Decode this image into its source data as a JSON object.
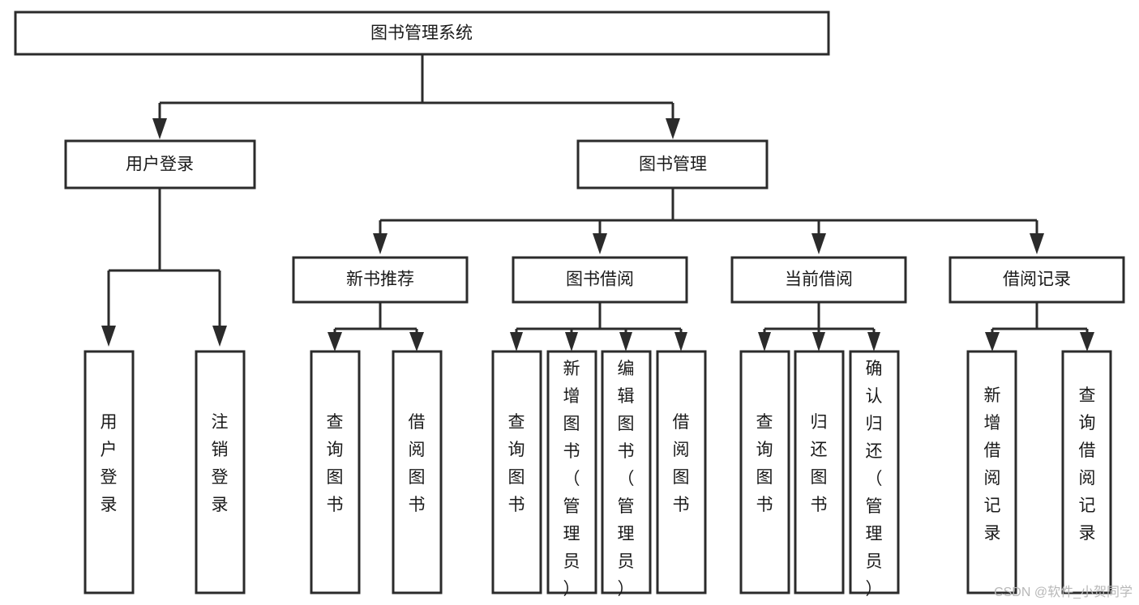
{
  "diagram": {
    "type": "tree-hierarchy",
    "title": "图书管理系统",
    "watermark": "CSDN @软件_小贺同学",
    "colors": {
      "stroke": "#2b2b2b",
      "fill": "#ffffff",
      "text": "#1a1a1a",
      "watermark": "#b8b8b8"
    },
    "levels": {
      "root": {
        "label": "图书管理系统"
      },
      "level2": [
        {
          "id": "user-login",
          "label": "用户登录"
        },
        {
          "id": "book-manage",
          "label": "图书管理"
        }
      ],
      "level3": [
        {
          "id": "new-book-rec",
          "label": "新书推荐",
          "parent": "book-manage"
        },
        {
          "id": "book-borrow",
          "label": "图书借阅",
          "parent": "book-manage"
        },
        {
          "id": "current-borrow",
          "label": "当前借阅",
          "parent": "book-manage"
        },
        {
          "id": "borrow-record",
          "label": "借阅记录",
          "parent": "book-manage"
        }
      ],
      "leaves": [
        {
          "id": "leaf-user-login",
          "label": "用户登录",
          "parent": "user-login"
        },
        {
          "id": "leaf-logout",
          "label": "注销登录",
          "parent": "user-login"
        },
        {
          "id": "leaf-query-book-1",
          "label": "查询图书",
          "parent": "new-book-rec"
        },
        {
          "id": "leaf-borrow-book-1",
          "label": "借阅图书",
          "parent": "new-book-rec"
        },
        {
          "id": "leaf-query-book-2",
          "label": "查询图书",
          "parent": "book-borrow"
        },
        {
          "id": "leaf-add-book",
          "label": "新增图书（管理员）",
          "parent": "book-borrow"
        },
        {
          "id": "leaf-edit-book",
          "label": "编辑图书（管理员）",
          "parent": "book-borrow"
        },
        {
          "id": "leaf-borrow-book-2",
          "label": "借阅图书",
          "parent": "book-borrow"
        },
        {
          "id": "leaf-query-book-3",
          "label": "查询图书",
          "parent": "current-borrow"
        },
        {
          "id": "leaf-return-book",
          "label": "归还图书",
          "parent": "current-borrow"
        },
        {
          "id": "leaf-confirm-return",
          "label": "确认归还（管理员）",
          "parent": "current-borrow"
        },
        {
          "id": "leaf-add-record",
          "label": "新增借阅记录",
          "parent": "borrow-record"
        },
        {
          "id": "leaf-query-record",
          "label": "查询借阅记录",
          "parent": "borrow-record"
        }
      ]
    }
  }
}
